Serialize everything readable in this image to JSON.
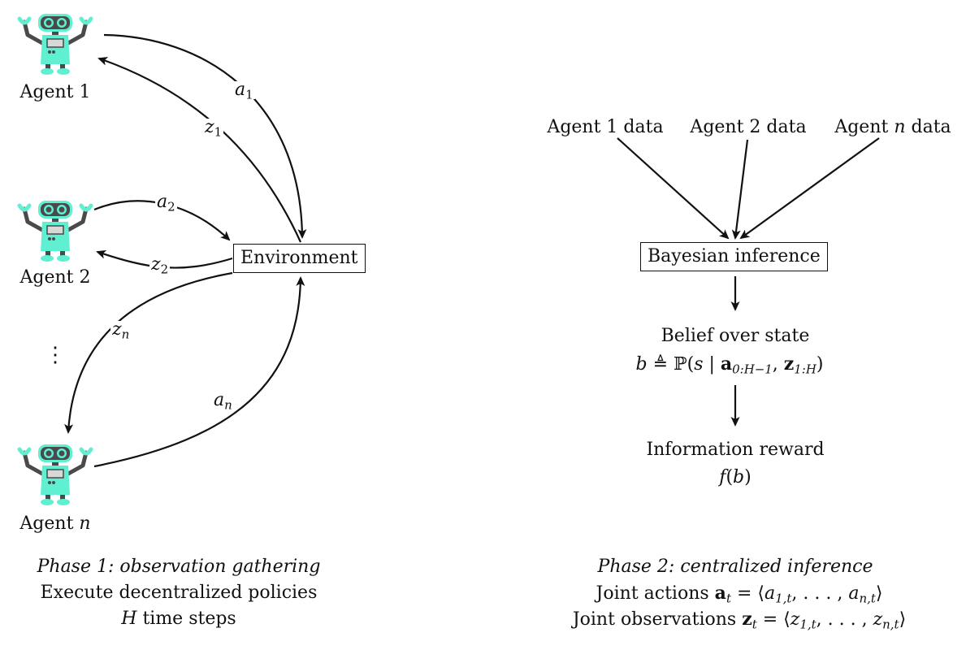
{
  "phase1": {
    "agents": [
      {
        "label": "Agent 1"
      },
      {
        "label": "Agent 2"
      },
      {
        "label_prefix": "Agent",
        "label_var": "n"
      }
    ],
    "ellipsis": "⋮",
    "environment": "Environment",
    "edges": {
      "a1": {
        "sym": "a",
        "sub": "1"
      },
      "z1": {
        "sym": "z",
        "sub": "1"
      },
      "a2": {
        "sym": "a",
        "sub": "2"
      },
      "z2": {
        "sym": "z",
        "sub": "2"
      },
      "zn": {
        "sym": "z",
        "sub": "n"
      },
      "an": {
        "sym": "a",
        "sub": "n"
      }
    },
    "caption": {
      "title": "Phase 1: observation gathering",
      "line2": "Execute decentralized policies",
      "line3_var": "H",
      "line3_text": " time steps"
    }
  },
  "phase2": {
    "sources": [
      {
        "label": "Agent 1 data"
      },
      {
        "label": "Agent 2 data"
      },
      {
        "prefix": "Agent ",
        "var": "n",
        "suffix": " data"
      }
    ],
    "inference": "Bayesian inference",
    "belief": {
      "title": "Belief over state",
      "formula": {
        "lhs": "b",
        "defeq": "≜",
        "prob": "ℙ(",
        "s": "s",
        "bar": " | ",
        "a_bold": "a",
        "a_sub": "0:H−1",
        "sep": ", ",
        "z_bold": "z",
        "z_sub": "1:H",
        "close": ")"
      }
    },
    "reward": {
      "title": "Information reward",
      "f": "f",
      "arg_open": "(",
      "arg": "b",
      "arg_close": ")"
    },
    "caption": {
      "title": "Phase 2: centralized inference",
      "joint_actions": {
        "label": "Joint actions ",
        "bold": "a",
        "sub": "t",
        "eq": " = ⟨",
        "e1": "a",
        "e1_sub": "1,t",
        "mid": ", . . . , ",
        "e2": "a",
        "e2_sub": "n,t",
        "close": "⟩"
      },
      "joint_obs": {
        "label": "Joint observations ",
        "bold": "z",
        "sub": "t",
        "eq": " = ⟨",
        "e1": "z",
        "e1_sub": "1,t",
        "mid": ", . . . , ",
        "e2": "z",
        "e2_sub": "n,t",
        "close": "⟩"
      }
    }
  },
  "colors": {
    "robot_body": "#5ff0d2",
    "robot_dark": "#4a4a4a",
    "robot_screen": "#d8d8d8",
    "line": "#111111"
  }
}
